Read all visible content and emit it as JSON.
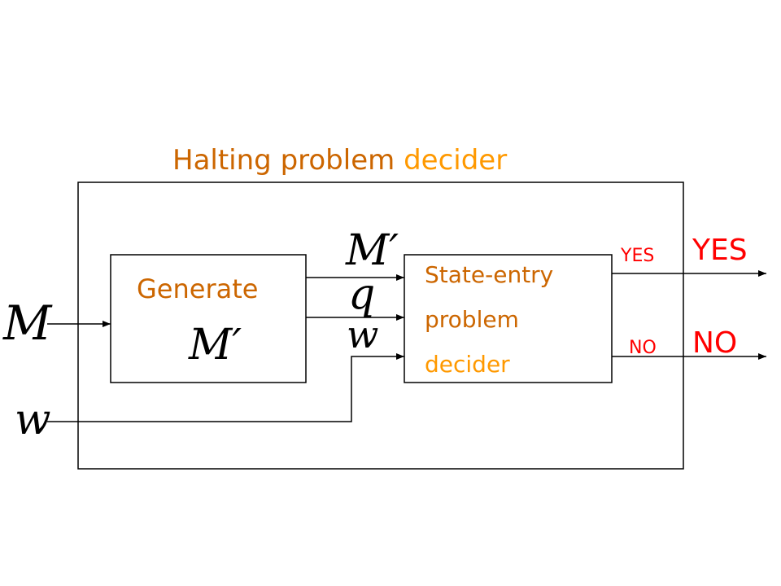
{
  "colors": {
    "brown": "#cc6600",
    "orange": "#ff9900",
    "red": "#ff0000",
    "line": "#000000"
  },
  "title": {
    "part1": "Halting problem",
    "part2": "decider"
  },
  "generate_box": {
    "label": "Generate",
    "variable": "M′"
  },
  "state_entry_box": {
    "line1": "State-entry",
    "line2": "problem",
    "line3": "decider"
  },
  "inputs": {
    "M": "M",
    "w": "w"
  },
  "connectors": {
    "m_prime": "M′",
    "q": "q",
    "w": "w"
  },
  "outputs": {
    "yes_small": "YES",
    "no_small": "NO",
    "yes_big": "YES",
    "no_big": "NO"
  }
}
